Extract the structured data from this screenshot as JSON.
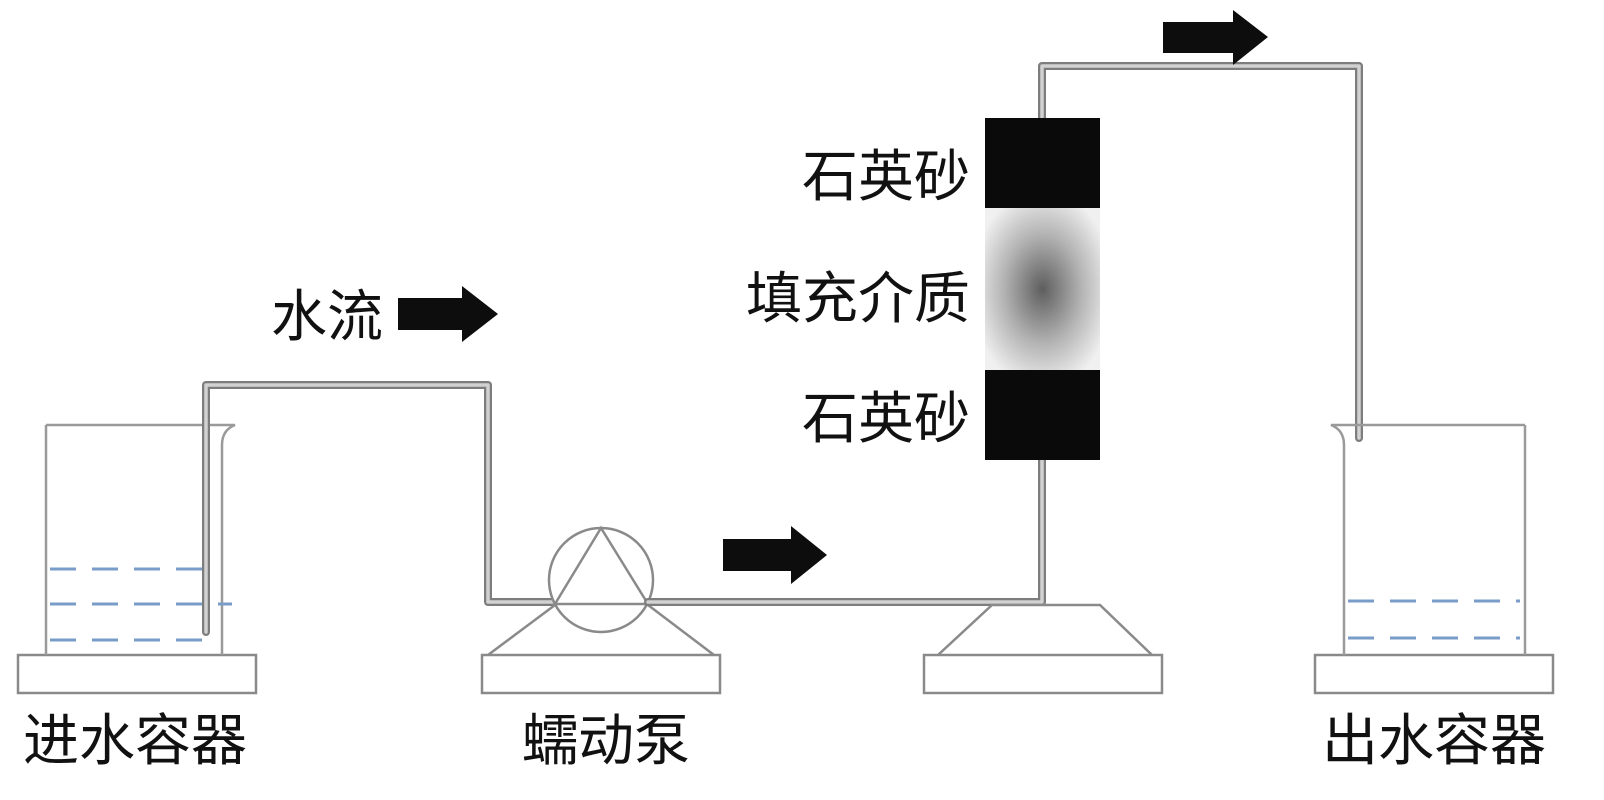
{
  "labels": {
    "flow": "水流",
    "quartz_top": "石英砂",
    "media": "填充介质",
    "quartz_bottom": "石英砂",
    "inlet_container": "进水容器",
    "pump": "蠕动泵",
    "outlet_container": "出水容器"
  },
  "colors": {
    "column_cap": "#0a0a0a",
    "media_center": "#5e5e5e",
    "media_edge": "#eeeeee",
    "water_line": "#7a9cc9",
    "arrow": "#0d0d0d",
    "pipe": "#7d7d7d"
  }
}
